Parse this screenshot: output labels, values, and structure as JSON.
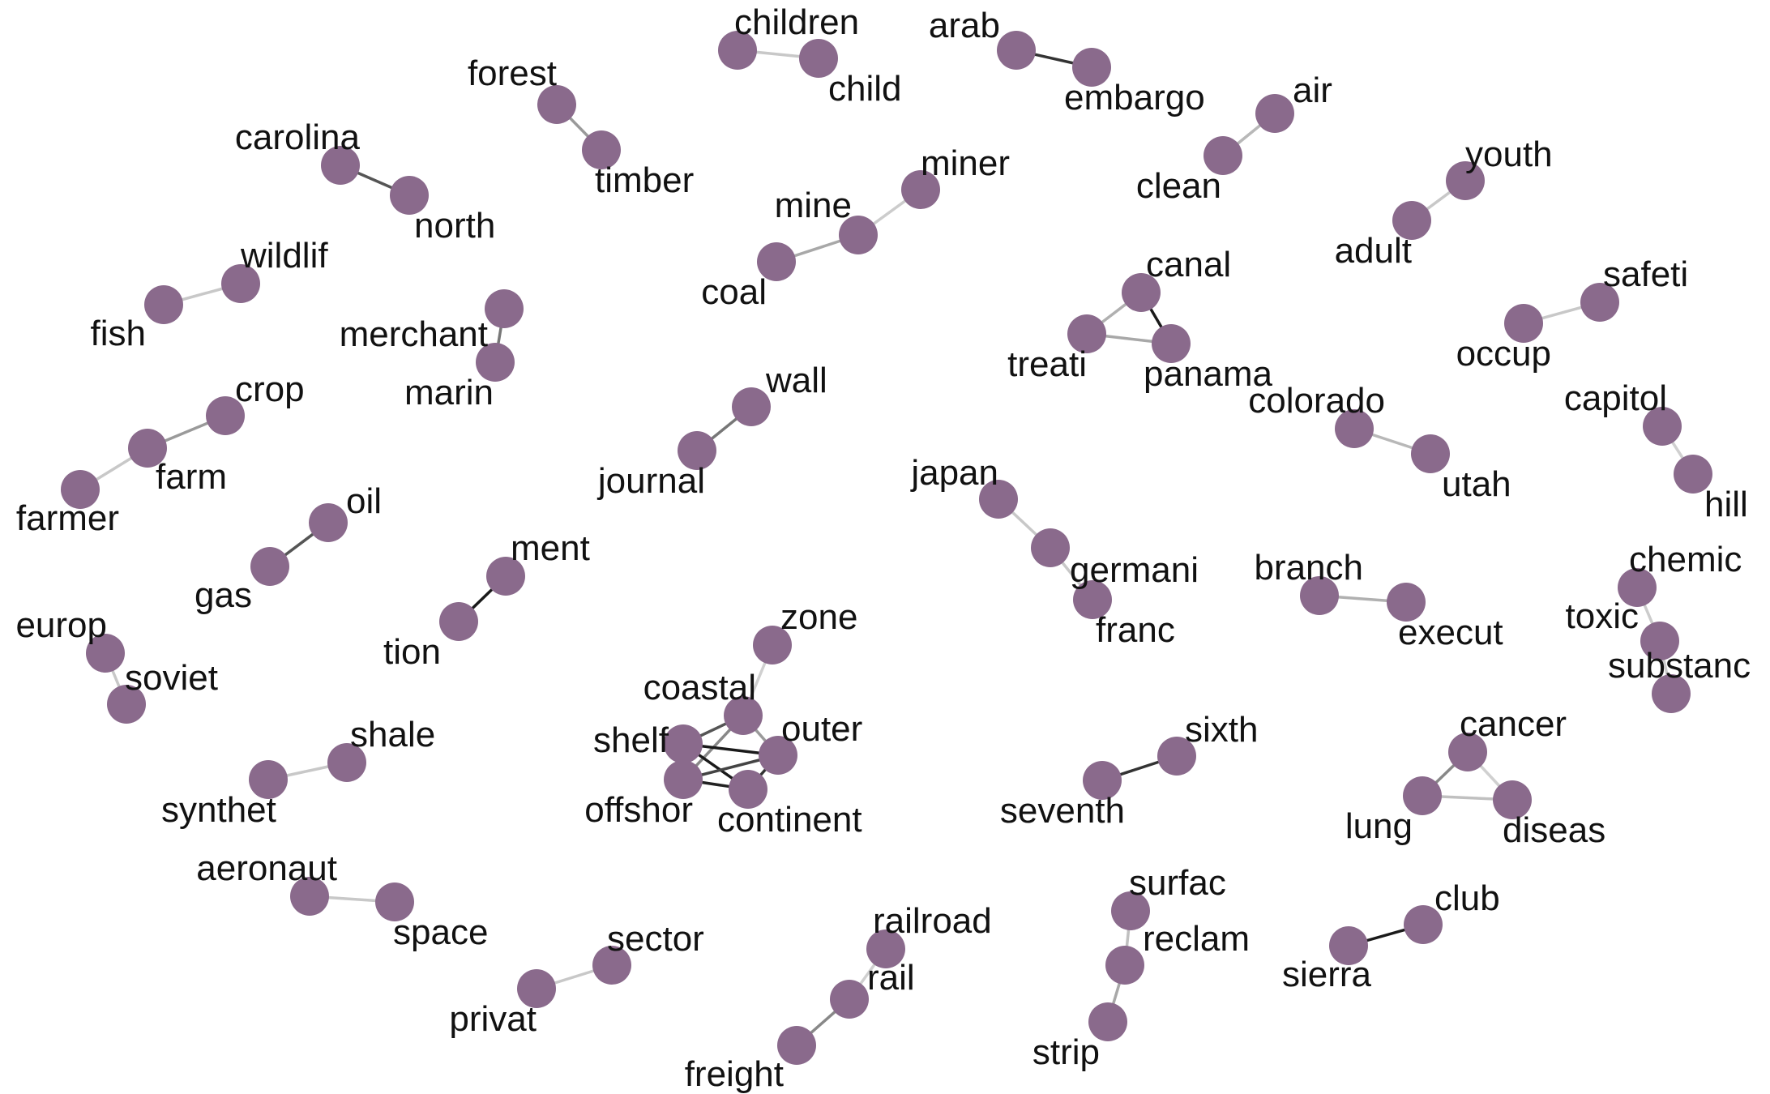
{
  "nodes": [
    {
      "id": "children",
      "label": "children"
    },
    {
      "id": "child",
      "label": "child"
    },
    {
      "id": "arab",
      "label": "arab"
    },
    {
      "id": "embargo",
      "label": "embargo"
    },
    {
      "id": "forest",
      "label": "forest"
    },
    {
      "id": "timber",
      "label": "timber"
    },
    {
      "id": "air",
      "label": "air"
    },
    {
      "id": "clean",
      "label": "clean"
    },
    {
      "id": "carolina",
      "label": "carolina"
    },
    {
      "id": "north",
      "label": "north"
    },
    {
      "id": "miner",
      "label": "miner"
    },
    {
      "id": "mine",
      "label": "mine"
    },
    {
      "id": "coal",
      "label": "coal"
    },
    {
      "id": "youth",
      "label": "youth"
    },
    {
      "id": "adult",
      "label": "adult"
    },
    {
      "id": "wildlif",
      "label": "wildlif"
    },
    {
      "id": "fish",
      "label": "fish"
    },
    {
      "id": "canal",
      "label": "canal"
    },
    {
      "id": "treati",
      "label": "treati"
    },
    {
      "id": "panama",
      "label": "panama"
    },
    {
      "id": "safeti",
      "label": "safeti"
    },
    {
      "id": "occup",
      "label": "occup"
    },
    {
      "id": "merchant",
      "label": "merchant"
    },
    {
      "id": "marin",
      "label": "marin"
    },
    {
      "id": "crop",
      "label": "crop"
    },
    {
      "id": "farm",
      "label": "farm"
    },
    {
      "id": "farmer",
      "label": "farmer"
    },
    {
      "id": "wall",
      "label": "wall"
    },
    {
      "id": "journal",
      "label": "journal"
    },
    {
      "id": "colorado",
      "label": "colorado"
    },
    {
      "id": "utah",
      "label": "utah"
    },
    {
      "id": "capitol",
      "label": "capitol"
    },
    {
      "id": "hill",
      "label": "hill"
    },
    {
      "id": "oil",
      "label": "oil"
    },
    {
      "id": "gas",
      "label": "gas"
    },
    {
      "id": "japan",
      "label": "japan"
    },
    {
      "id": "germani",
      "label": "germani"
    },
    {
      "id": "franc",
      "label": "franc"
    },
    {
      "id": "ment",
      "label": "ment"
    },
    {
      "id": "tion",
      "label": "tion"
    },
    {
      "id": "branch",
      "label": "branch"
    },
    {
      "id": "execut",
      "label": "execut"
    },
    {
      "id": "chemic",
      "label": "chemic"
    },
    {
      "id": "toxic",
      "label": "toxic"
    },
    {
      "id": "substanc",
      "label": "substanc"
    },
    {
      "id": "europ",
      "label": "europ"
    },
    {
      "id": "soviet",
      "label": "soviet"
    },
    {
      "id": "zone",
      "label": "zone"
    },
    {
      "id": "coastal",
      "label": "coastal"
    },
    {
      "id": "shelf",
      "label": "shelf"
    },
    {
      "id": "outer",
      "label": "outer"
    },
    {
      "id": "offshor",
      "label": "offshor"
    },
    {
      "id": "continent",
      "label": "continent"
    },
    {
      "id": "shale",
      "label": "shale"
    },
    {
      "id": "synthet",
      "label": "synthet"
    },
    {
      "id": "sixth",
      "label": "sixth"
    },
    {
      "id": "seventh",
      "label": "seventh"
    },
    {
      "id": "cancer",
      "label": "cancer"
    },
    {
      "id": "lung",
      "label": "lung"
    },
    {
      "id": "diseas",
      "label": "diseas"
    },
    {
      "id": "aeronaut",
      "label": "aeronaut"
    },
    {
      "id": "space",
      "label": "space"
    },
    {
      "id": "surfac",
      "label": "surfac"
    },
    {
      "id": "reclam",
      "label": "reclam"
    },
    {
      "id": "strip",
      "label": "strip"
    },
    {
      "id": "club",
      "label": "club"
    },
    {
      "id": "sierra",
      "label": "sierra"
    },
    {
      "id": "railroad",
      "label": "railroad"
    },
    {
      "id": "rail",
      "label": "rail"
    },
    {
      "id": "freight",
      "label": "freight"
    },
    {
      "id": "sector",
      "label": "sector"
    },
    {
      "id": "privat",
      "label": "privat"
    }
  ],
  "edges": [
    {
      "source": "children",
      "target": "child",
      "color": "#c8c8c8"
    },
    {
      "source": "arab",
      "target": "embargo",
      "color": "#333333"
    },
    {
      "source": "forest",
      "target": "timber",
      "color": "#9a9a9a"
    },
    {
      "source": "air",
      "target": "clean",
      "color": "#b8b8b8"
    },
    {
      "source": "carolina",
      "target": "north",
      "color": "#555555"
    },
    {
      "source": "mine",
      "target": "miner",
      "color": "#cccccc"
    },
    {
      "source": "coal",
      "target": "mine",
      "color": "#a8a8a8"
    },
    {
      "source": "youth",
      "target": "adult",
      "color": "#c8c8c8"
    },
    {
      "source": "wildlif",
      "target": "fish",
      "color": "#c8c8c8"
    },
    {
      "source": "canal",
      "target": "treati",
      "color": "#b0b0b0"
    },
    {
      "source": "canal",
      "target": "panama",
      "color": "#1a1a1a"
    },
    {
      "source": "treati",
      "target": "panama",
      "color": "#a8a8a8"
    },
    {
      "source": "safeti",
      "target": "occup",
      "color": "#c8c8c8"
    },
    {
      "source": "merchant",
      "target": "marin",
      "color": "#777777"
    },
    {
      "source": "crop",
      "target": "farm",
      "color": "#9a9a9a"
    },
    {
      "source": "farm",
      "target": "farmer",
      "color": "#c8c8c8"
    },
    {
      "source": "wall",
      "target": "journal",
      "color": "#777777"
    },
    {
      "source": "colorado",
      "target": "utah",
      "color": "#b8b8b8"
    },
    {
      "source": "capitol",
      "target": "hill",
      "color": "#d0d0d0"
    },
    {
      "source": "oil",
      "target": "gas",
      "color": "#555555"
    },
    {
      "source": "japan",
      "target": "germani",
      "color": "#c8c8c8"
    },
    {
      "source": "germani",
      "target": "franc",
      "color": "#c8c8c8"
    },
    {
      "source": "ment",
      "target": "tion",
      "color": "#1a1a1a"
    },
    {
      "source": "branch",
      "target": "execut",
      "color": "#b0b0b0"
    },
    {
      "source": "chemic",
      "target": "toxic",
      "color": "#cccccc"
    },
    {
      "source": "toxic",
      "target": "substanc",
      "color": "#cccccc"
    },
    {
      "source": "europ",
      "target": "soviet",
      "color": "#c8c8c8"
    },
    {
      "source": "zone",
      "target": "coastal",
      "color": "#d0d0d0"
    },
    {
      "source": "coastal",
      "target": "shelf",
      "color": "#555555"
    },
    {
      "source": "coastal",
      "target": "outer",
      "color": "#9a9a9a"
    },
    {
      "source": "coastal",
      "target": "offshor",
      "color": "#888888"
    },
    {
      "source": "shelf",
      "target": "outer",
      "color": "#1a1a1a"
    },
    {
      "source": "shelf",
      "target": "offshor",
      "color": "#555555"
    },
    {
      "source": "shelf",
      "target": "continent",
      "color": "#1a1a1a"
    },
    {
      "source": "outer",
      "target": "offshor",
      "color": "#444444"
    },
    {
      "source": "outer",
      "target": "continent",
      "color": "#333333"
    },
    {
      "source": "offshor",
      "target": "continent",
      "color": "#222222"
    },
    {
      "source": "shale",
      "target": "synthet",
      "color": "#c8c8c8"
    },
    {
      "source": "sixth",
      "target": "seventh",
      "color": "#333333"
    },
    {
      "source": "cancer",
      "target": "lung",
      "color": "#888888"
    },
    {
      "source": "cancer",
      "target": "diseas",
      "color": "#d0d0d0"
    },
    {
      "source": "lung",
      "target": "diseas",
      "color": "#c0c0c0"
    },
    {
      "source": "aeronaut",
      "target": "space",
      "color": "#c8c8c8"
    },
    {
      "source": "surfac",
      "target": "reclam",
      "color": "#c0c0c0"
    },
    {
      "source": "reclam",
      "target": "strip",
      "color": "#a8a8a8"
    },
    {
      "source": "club",
      "target": "sierra",
      "color": "#1a1a1a"
    },
    {
      "source": "railroad",
      "target": "rail",
      "color": "#d0d0d0"
    },
    {
      "source": "rail",
      "target": "freight",
      "color": "#888888"
    },
    {
      "source": "sector",
      "target": "privat",
      "color": "#c8c8c8"
    }
  ]
}
